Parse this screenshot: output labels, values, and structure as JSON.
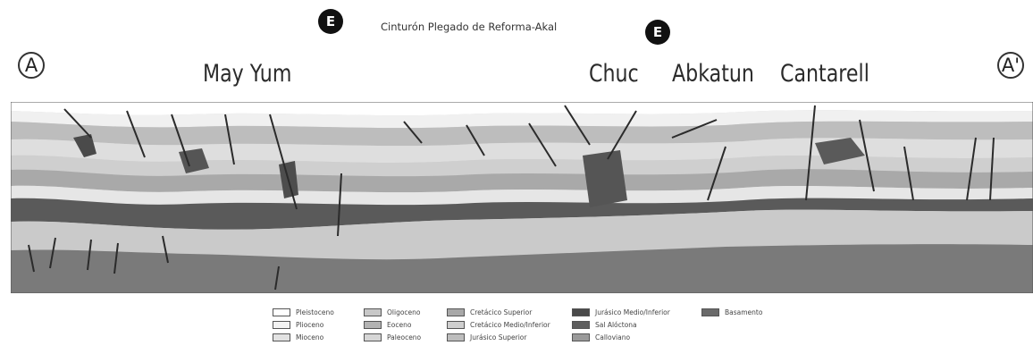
{
  "markers": {
    "left": "A",
    "right": "A'",
    "belt_symbol": "E"
  },
  "belt_label": "Cinturón Plegado de Reforma-Akal",
  "fields": [
    "May Yum",
    "Chuc",
    "Abkatun",
    "Cantarell"
  ],
  "legend": [
    {
      "label": "Pleistoceno",
      "color": "#ffffff"
    },
    {
      "label": "Plioceno",
      "color": "#f2f2f2"
    },
    {
      "label": "Mioceno",
      "color": "#e2e2e2"
    },
    {
      "label": "Oligoceno",
      "color": "#c8c8c8"
    },
    {
      "label": "Eoceno",
      "color": "#b3b3b3"
    },
    {
      "label": "Paleoceno",
      "color": "#d6d6d6"
    },
    {
      "label": "Cretácico Superior",
      "color": "#a8a8a8"
    },
    {
      "label": "Cretácico Medio/Inferior",
      "color": "#cfcfcf"
    },
    {
      "label": "Jurásico Superior",
      "color": "#bdbdbd"
    },
    {
      "label": "Jurásico Medio/Inferior",
      "color": "#4a4a4a"
    },
    {
      "label": "Sal Alóctona",
      "color": "#5e5e5e"
    },
    {
      "label": "Calloviano",
      "color": "#9a9a9a"
    },
    {
      "label": "Basamento",
      "color": "#6a6a6a"
    }
  ]
}
